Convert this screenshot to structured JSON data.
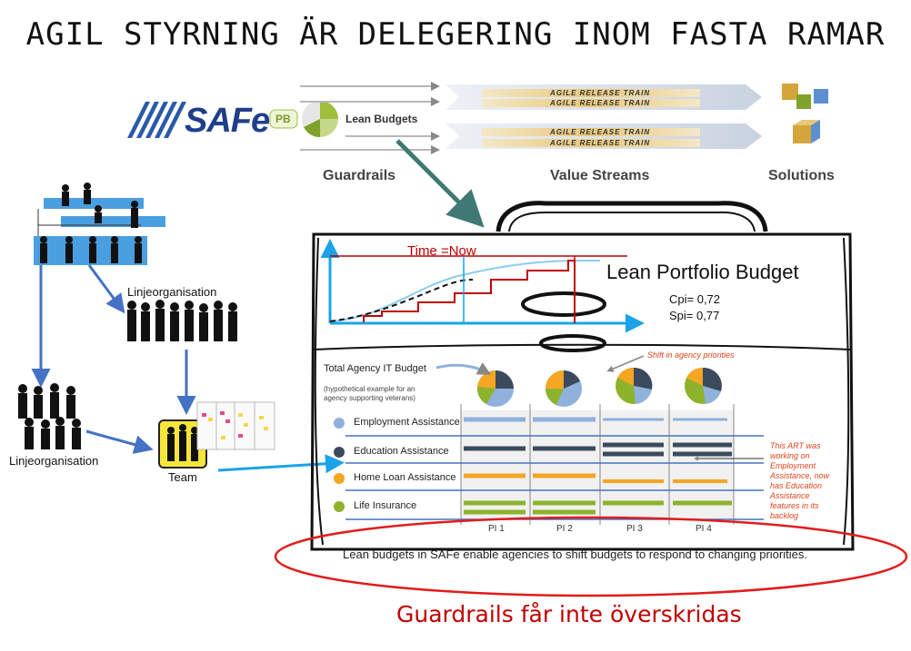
{
  "title": "AGIL STYRNING ÄR DELEGERING INOM FASTA RAMAR",
  "safe": {
    "logo_text": "SAFe",
    "pb_badge": "PB",
    "lean_budgets": "Lean Budgets",
    "art_label": "AGILE RELEASE TRAIN",
    "guardrails": "Guardrails",
    "value_streams": "Value Streams",
    "solutions": "Solutions"
  },
  "org": {
    "linje_top": "Linjeorganisation",
    "linje_bottom": "Linjeorganisation",
    "team": "Team"
  },
  "portfolio": {
    "time_now": "Time =Now",
    "title": "Lean Portfolio Budget",
    "cpi": "Cpi= 0,72",
    "spi": "Spi= 0,77"
  },
  "budget_chart": {
    "total_label": "Total Agency IT Budget",
    "hypothetical": "(hypothetical example for an agency supporting veterans)",
    "shift_note": "Shift in agency priorities",
    "rows": [
      {
        "label": "Employment Assistance",
        "color": "#8fb1dc"
      },
      {
        "label": "Education Assistance",
        "color": "#3c4a5e"
      },
      {
        "label": "Home Loan Assistance",
        "color": "#f5a623"
      },
      {
        "label": "Life Insurance",
        "color": "#8db32b"
      }
    ],
    "pis": [
      "PI 1",
      "PI 2",
      "PI 3",
      "PI 4"
    ],
    "red_note": "This ART was working on Employment Assistance, now has Education Assistance features in its backlog",
    "caption": "Lean budgets in SAFe enable agencies to shift budgets to respond to changing priorities."
  },
  "guardrails_note": "Guardrails får inte överskridas",
  "colors": {
    "red": "#c00000",
    "blue_arrow": "#2aa4e6",
    "teal_arrow": "#3e7a73",
    "org_arrow": "#4472c4"
  }
}
